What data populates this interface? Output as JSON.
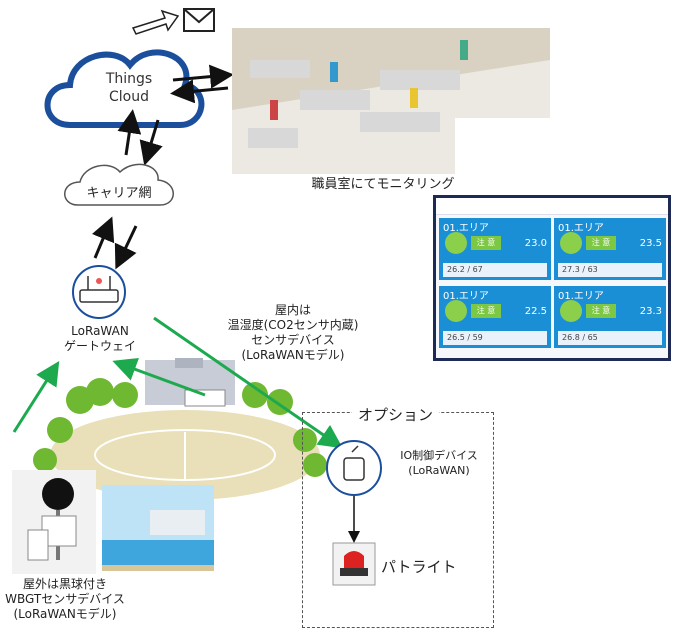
{
  "cloud_label": "Things\nCloud",
  "carrier_label": "キャリア網",
  "office_caption": "職員室にてモニタリング",
  "gateway_label": "LoRaWAN\nゲートウェイ",
  "indoor_label": "屋内は\n温湿度(CO2センサ内蔵)\nセンサデバイス\n(LoRaWANモデル)",
  "option_title": "オプション",
  "io_label": "IO制御デバイス\n(LoRaWAN)",
  "patlite_label": "パトライト",
  "outdoor_label": "屋外は黒球付き\nWBGTセンサデバイス\n(LoRaWANモデル)",
  "dashboard": {
    "cards": [
      {
        "title": "01.エリア",
        "status": "注 意",
        "value": "23.0",
        "sub_a": "26.2",
        "sub_b": "67"
      },
      {
        "title": "01.エリア",
        "status": "注 意",
        "value": "23.5",
        "sub_a": "27.3",
        "sub_b": "63"
      },
      {
        "title": "01.エリア",
        "status": "注 意",
        "value": "22.5",
        "sub_a": "26.5",
        "sub_b": "59"
      },
      {
        "title": "01.エリア",
        "status": "注 意",
        "value": "23.3",
        "sub_a": "26.8",
        "sub_b": "65"
      }
    ]
  },
  "colors": {
    "cloud_blue": "#1b4f9c",
    "green_arrow": "#1daa4f",
    "card_blue": "#1a8fd6",
    "status_green": "#7cc743"
  }
}
